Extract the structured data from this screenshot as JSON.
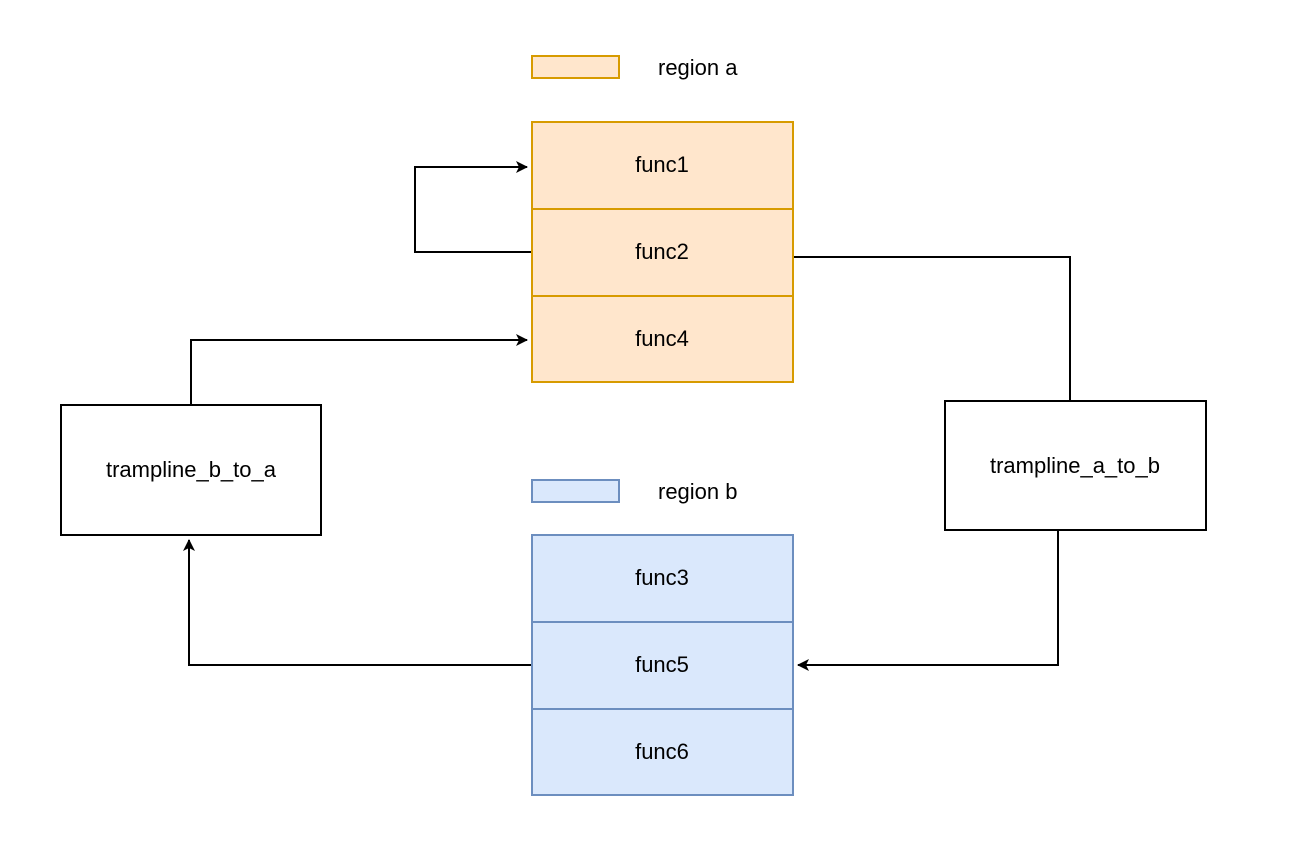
{
  "legend": {
    "region_a": {
      "label": "region a",
      "fill": "#ffe6cc",
      "stroke": "#d79b00"
    },
    "region_b": {
      "label": "region b",
      "fill": "#dae8fc",
      "stroke": "#6c8ebf"
    }
  },
  "region_a": {
    "funcs": [
      "func1",
      "func2",
      "func4"
    ]
  },
  "region_b": {
    "funcs": [
      "func3",
      "func5",
      "func6"
    ]
  },
  "trampolines": {
    "b_to_a": "trampline_b_to_a",
    "a_to_b": "trampline_a_to_b"
  },
  "edges": [
    {
      "from": "func2",
      "to": "func1"
    },
    {
      "from": "func2",
      "to": "trampline_a_to_b"
    },
    {
      "from": "trampline_a_to_b",
      "to": "func5"
    },
    {
      "from": "func5",
      "to": "trampline_b_to_a"
    },
    {
      "from": "trampline_b_to_a",
      "to": "func4"
    }
  ],
  "line_color": "#000000"
}
